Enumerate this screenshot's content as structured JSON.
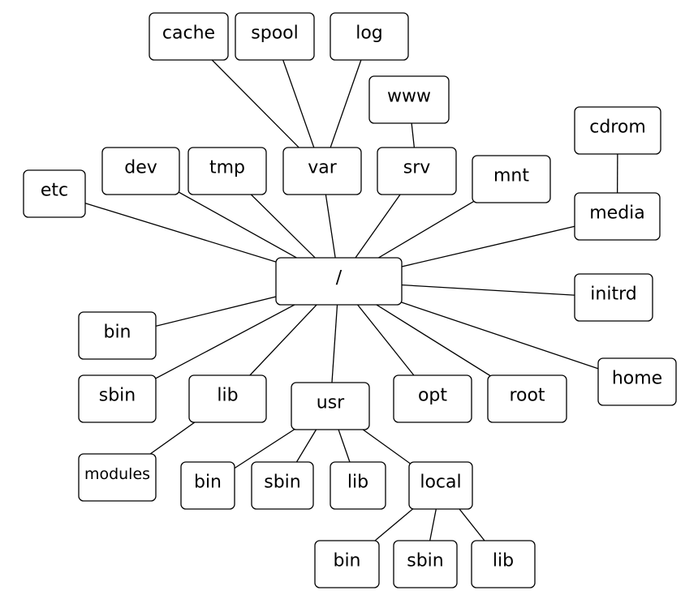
{
  "diagram": {
    "title": "",
    "colors": {
      "stroke": "#000000",
      "fill": "#ffffff"
    },
    "nodes": [
      {
        "id": "root",
        "label": "/"
      },
      {
        "id": "etc",
        "label": "etc"
      },
      {
        "id": "dev",
        "label": "dev"
      },
      {
        "id": "tmp",
        "label": "tmp"
      },
      {
        "id": "var",
        "label": "var"
      },
      {
        "id": "cache",
        "label": "cache"
      },
      {
        "id": "spool",
        "label": "spool"
      },
      {
        "id": "log",
        "label": "log"
      },
      {
        "id": "srv",
        "label": "srv"
      },
      {
        "id": "www",
        "label": "www"
      },
      {
        "id": "mnt",
        "label": "mnt"
      },
      {
        "id": "media",
        "label": "media"
      },
      {
        "id": "cdrom",
        "label": "cdrom"
      },
      {
        "id": "initrd",
        "label": "initrd"
      },
      {
        "id": "home",
        "label": "home"
      },
      {
        "id": "root_dir",
        "label": "root"
      },
      {
        "id": "opt",
        "label": "opt"
      },
      {
        "id": "usr",
        "label": "usr"
      },
      {
        "id": "usr_bin",
        "label": "bin"
      },
      {
        "id": "usr_sbin",
        "label": "sbin"
      },
      {
        "id": "usr_lib",
        "label": "lib"
      },
      {
        "id": "local",
        "label": "local"
      },
      {
        "id": "local_bin",
        "label": "bin"
      },
      {
        "id": "local_sbin",
        "label": "sbin"
      },
      {
        "id": "local_lib",
        "label": "lib"
      },
      {
        "id": "lib",
        "label": "lib"
      },
      {
        "id": "modules",
        "label": "modules"
      },
      {
        "id": "sbin",
        "label": "sbin"
      },
      {
        "id": "bin",
        "label": "bin"
      }
    ],
    "edges": [
      {
        "from": "root",
        "to": "etc"
      },
      {
        "from": "root",
        "to": "dev"
      },
      {
        "from": "root",
        "to": "tmp"
      },
      {
        "from": "root",
        "to": "var"
      },
      {
        "from": "var",
        "to": "cache"
      },
      {
        "from": "var",
        "to": "spool"
      },
      {
        "from": "var",
        "to": "log"
      },
      {
        "from": "root",
        "to": "srv"
      },
      {
        "from": "srv",
        "to": "www"
      },
      {
        "from": "root",
        "to": "mnt"
      },
      {
        "from": "root",
        "to": "media"
      },
      {
        "from": "media",
        "to": "cdrom"
      },
      {
        "from": "root",
        "to": "initrd"
      },
      {
        "from": "root",
        "to": "home"
      },
      {
        "from": "root",
        "to": "root_dir"
      },
      {
        "from": "root",
        "to": "opt"
      },
      {
        "from": "root",
        "to": "usr"
      },
      {
        "from": "usr",
        "to": "usr_bin"
      },
      {
        "from": "usr",
        "to": "usr_sbin"
      },
      {
        "from": "usr",
        "to": "usr_lib"
      },
      {
        "from": "usr",
        "to": "local"
      },
      {
        "from": "local",
        "to": "local_bin"
      },
      {
        "from": "local",
        "to": "local_sbin"
      },
      {
        "from": "local",
        "to": "local_lib"
      },
      {
        "from": "root",
        "to": "lib"
      },
      {
        "from": "lib",
        "to": "modules"
      },
      {
        "from": "root",
        "to": "sbin"
      },
      {
        "from": "root",
        "to": "bin"
      }
    ]
  }
}
